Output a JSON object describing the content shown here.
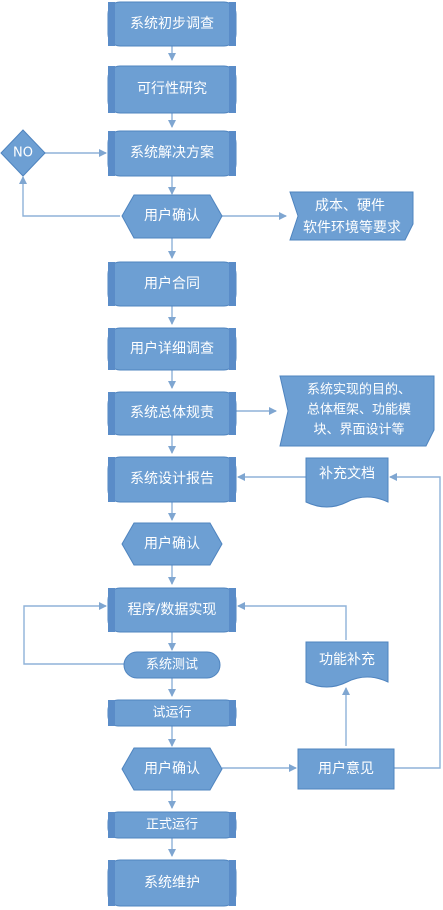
{
  "nodes": {
    "n1": "系统初步调查",
    "n2": "可行性研究",
    "n3": "系统解决方案",
    "n4": "用户确认",
    "n5": "用户合同",
    "n6": "用户详细调查",
    "n7": "系统总体规责",
    "n8": "系统设计报告",
    "n9": "用户确认",
    "n10": "程序/数据实现",
    "n11": "系统测试",
    "n12": "试运行",
    "n13": "用户确认",
    "n14": "正式运行",
    "n15": "系统维护",
    "no_label": "NO",
    "side1_line1": "成本、硬件",
    "side1_line2": "软件环境等要求",
    "side2_line1": "系统实现的目的、",
    "side2_line2": "总体框架、功能模",
    "side2_line3": "块、界面设计等",
    "doc1": "补充文档",
    "doc2": "功能补充",
    "feedback": "用户意见"
  },
  "colors": {
    "node_fill": "#6d9fd3",
    "node_bar": "#5a8cc8",
    "connector": "#8fb2d8"
  }
}
